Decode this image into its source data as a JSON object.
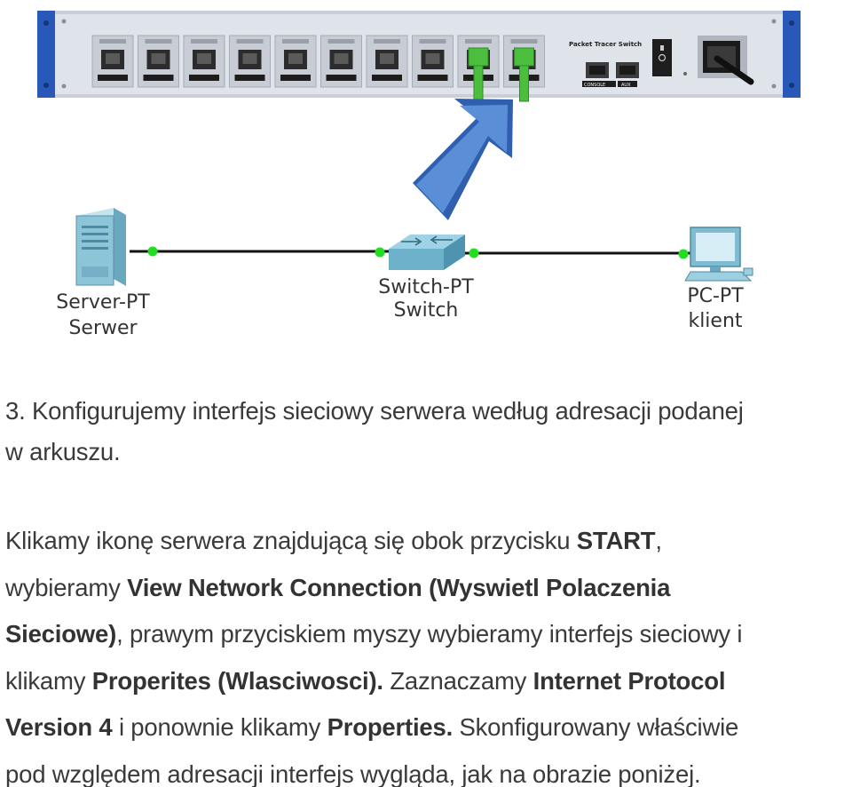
{
  "figure": {
    "device_panel_label": "Packet Tracer Switch",
    "port_count": 10,
    "connected_ports": [
      9,
      10
    ],
    "console_label": "CONSOLE",
    "aux_label": "AUX",
    "server": {
      "type": "Server-PT",
      "name": "Serwer"
    },
    "switch": {
      "type": "Switch-PT",
      "name": "Switch"
    },
    "pc": {
      "type": "PC-PT",
      "name": "klient"
    },
    "colors": {
      "rack": "#2858b8",
      "chassis": "#dfe3ea",
      "cable": "#111111",
      "link_dot": "#22dd22",
      "arrow": "#4a7cc8"
    }
  },
  "paragraph1": {
    "lines": [
      "3. Konfigurujemy interfejs sieciowy serwera według adresacji podanej",
      "w arkuszu."
    ]
  },
  "paragraph2": {
    "l1a": "Klikamy ikonę serwera znajdującą się obok przycisku ",
    "l1b": "START",
    "l1c": ",",
    "l2a": "wybieramy ",
    "l2b": "View Network Connection (Wyswietl Polaczenia",
    "l3a": "Sieciowe)",
    "l3b": ", prawym przyciskiem myszy wybieramy interfejs sieciowy i",
    "l4a": "klikamy ",
    "l4b": "Properites (Wlasciwosci).",
    "l4c": " Zaznaczamy ",
    "l4d": "Internet Protocol",
    "l5a": "Version 4",
    "l5b": " i ponownie klikamy ",
    "l5c": "Properties.",
    "l5d": " Skonfigurowany właściwie",
    "l6a": "pod względem adresacji interfejs wygląda, jak na obrazie poniżej."
  }
}
